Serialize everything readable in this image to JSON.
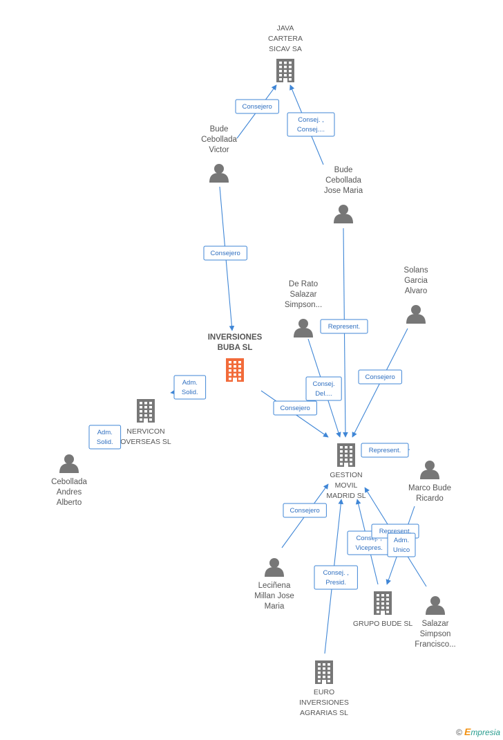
{
  "nodes": [
    {
      "id": "java",
      "type": "company",
      "lines": [
        "JAVA",
        "CARTERA",
        "SICAV SA"
      ]
    },
    {
      "id": "victor",
      "type": "person",
      "lines": [
        "Bude",
        "Cebollada",
        "Victor"
      ]
    },
    {
      "id": "josemaria",
      "type": "person",
      "lines": [
        "Bude",
        "Cebollada",
        "Jose Maria"
      ]
    },
    {
      "id": "solans",
      "type": "person",
      "lines": [
        "Solans",
        "Garcia",
        "Alvaro"
      ]
    },
    {
      "id": "derato",
      "type": "person",
      "lines": [
        "De Rato",
        "Salazar",
        "Simpson..."
      ]
    },
    {
      "id": "buba",
      "type": "company-main",
      "lines": [
        "INVERSIONES",
        "BUBA SL"
      ]
    },
    {
      "id": "nervicon",
      "type": "company",
      "lines": [
        "NERVICON",
        "OVERSEAS SL"
      ]
    },
    {
      "id": "andres",
      "type": "person",
      "lines": [
        "Cebollada",
        "Andres",
        "Alberto"
      ]
    },
    {
      "id": "gestion",
      "type": "company",
      "lines": [
        "GESTION",
        "MOVIL",
        "MADRID SL"
      ]
    },
    {
      "id": "marco",
      "type": "person",
      "lines": [
        "Marco Bude",
        "Ricardo"
      ]
    },
    {
      "id": "lecinena",
      "type": "person",
      "lines": [
        "Leciñena",
        "Millan Jose",
        "Maria"
      ]
    },
    {
      "id": "grupobude",
      "type": "company",
      "lines": [
        "GRUPO BUDE  SL"
      ]
    },
    {
      "id": "salazar",
      "type": "person",
      "lines": [
        "Salazar",
        "Simpson",
        "Francisco..."
      ]
    },
    {
      "id": "euro",
      "type": "company",
      "lines": [
        "EURO",
        "INVERSIONES",
        "AGRARIAS SL"
      ]
    }
  ],
  "edges": [
    {
      "from": "victor",
      "to": "java",
      "label": [
        "Consejero"
      ]
    },
    {
      "from": "josemaria",
      "to": "java",
      "label": [
        "Consej. ,",
        "Consej...."
      ]
    },
    {
      "from": "victor",
      "to": "buba",
      "label": [
        "Consejero"
      ]
    },
    {
      "from": "buba",
      "to": "nervicon",
      "label": [
        "Adm.",
        "Solid."
      ]
    },
    {
      "from": "nervicon",
      "to": "andres",
      "label": [
        "Adm.",
        "Solid."
      ]
    },
    {
      "from": "josemaria",
      "to": "gestion",
      "label": [
        "Represent."
      ]
    },
    {
      "from": "derato",
      "to": "gestion",
      "label": [
        "Consej.",
        "Del...."
      ]
    },
    {
      "from": "solans",
      "to": "gestion",
      "label": [
        "Consejero"
      ]
    },
    {
      "from": "buba",
      "to": "gestion",
      "label": [
        "Consejero"
      ]
    },
    {
      "from": "marco",
      "to": "gestion",
      "label": [
        "Represent."
      ]
    },
    {
      "from": "lecinena",
      "to": "gestion",
      "label": [
        "Consejero"
      ]
    },
    {
      "from": "euro",
      "to": "gestion",
      "label": [
        "Consej. ,",
        "Presid."
      ]
    },
    {
      "from": "grupobude",
      "to": "gestion",
      "label": [
        "Consej. ,",
        "Vicepres."
      ]
    },
    {
      "from": "salazar",
      "to": "gestion",
      "label": [
        "Represent."
      ]
    },
    {
      "from": "marco",
      "to": "grupobude",
      "label": [
        "Adm.",
        "Unico"
      ]
    }
  ],
  "footer": {
    "copyright": "©",
    "brand_initial": "E",
    "brand_rest": "mpresia"
  },
  "colors": {
    "edge": "#3f86d6",
    "icon": "#777777",
    "main_company": "#f26b3a"
  }
}
